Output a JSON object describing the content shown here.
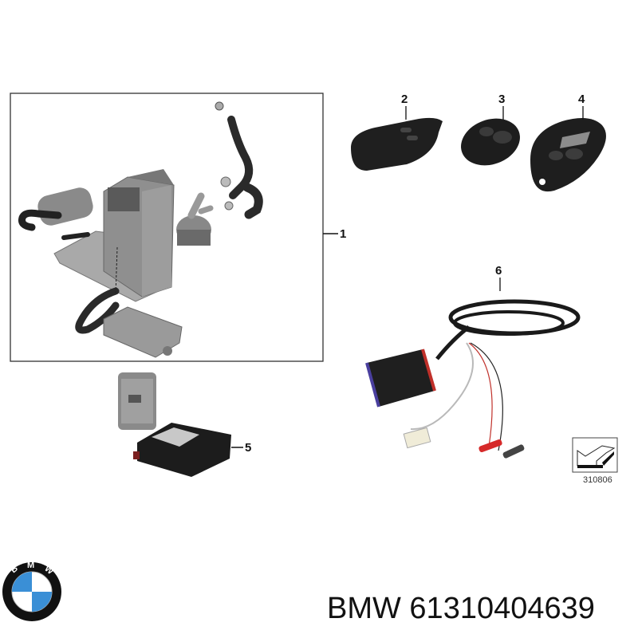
{
  "diagram": {
    "callouts": [
      {
        "id": "1",
        "label": "1",
        "part": "auxiliary-heater-kit"
      },
      {
        "id": "2",
        "label": "2",
        "part": "remote-control-2-button"
      },
      {
        "id": "3",
        "label": "3",
        "part": "remote-control-oval"
      },
      {
        "id": "4",
        "label": "4",
        "part": "remote-control-display"
      },
      {
        "id": "5",
        "label": "5",
        "part": "telestart-control-unit"
      },
      {
        "id": "6",
        "label": "6",
        "part": "diagnostic-cable"
      }
    ],
    "reference_number": "310806"
  },
  "footer": {
    "brand": "BMW",
    "part_number_text": "BMW 61310404639"
  },
  "logo": {
    "letters": [
      "B",
      "M",
      "W"
    ],
    "colors": {
      "blue": "#3a8fd6",
      "white": "#ffffff",
      "ring": "#111111"
    }
  }
}
